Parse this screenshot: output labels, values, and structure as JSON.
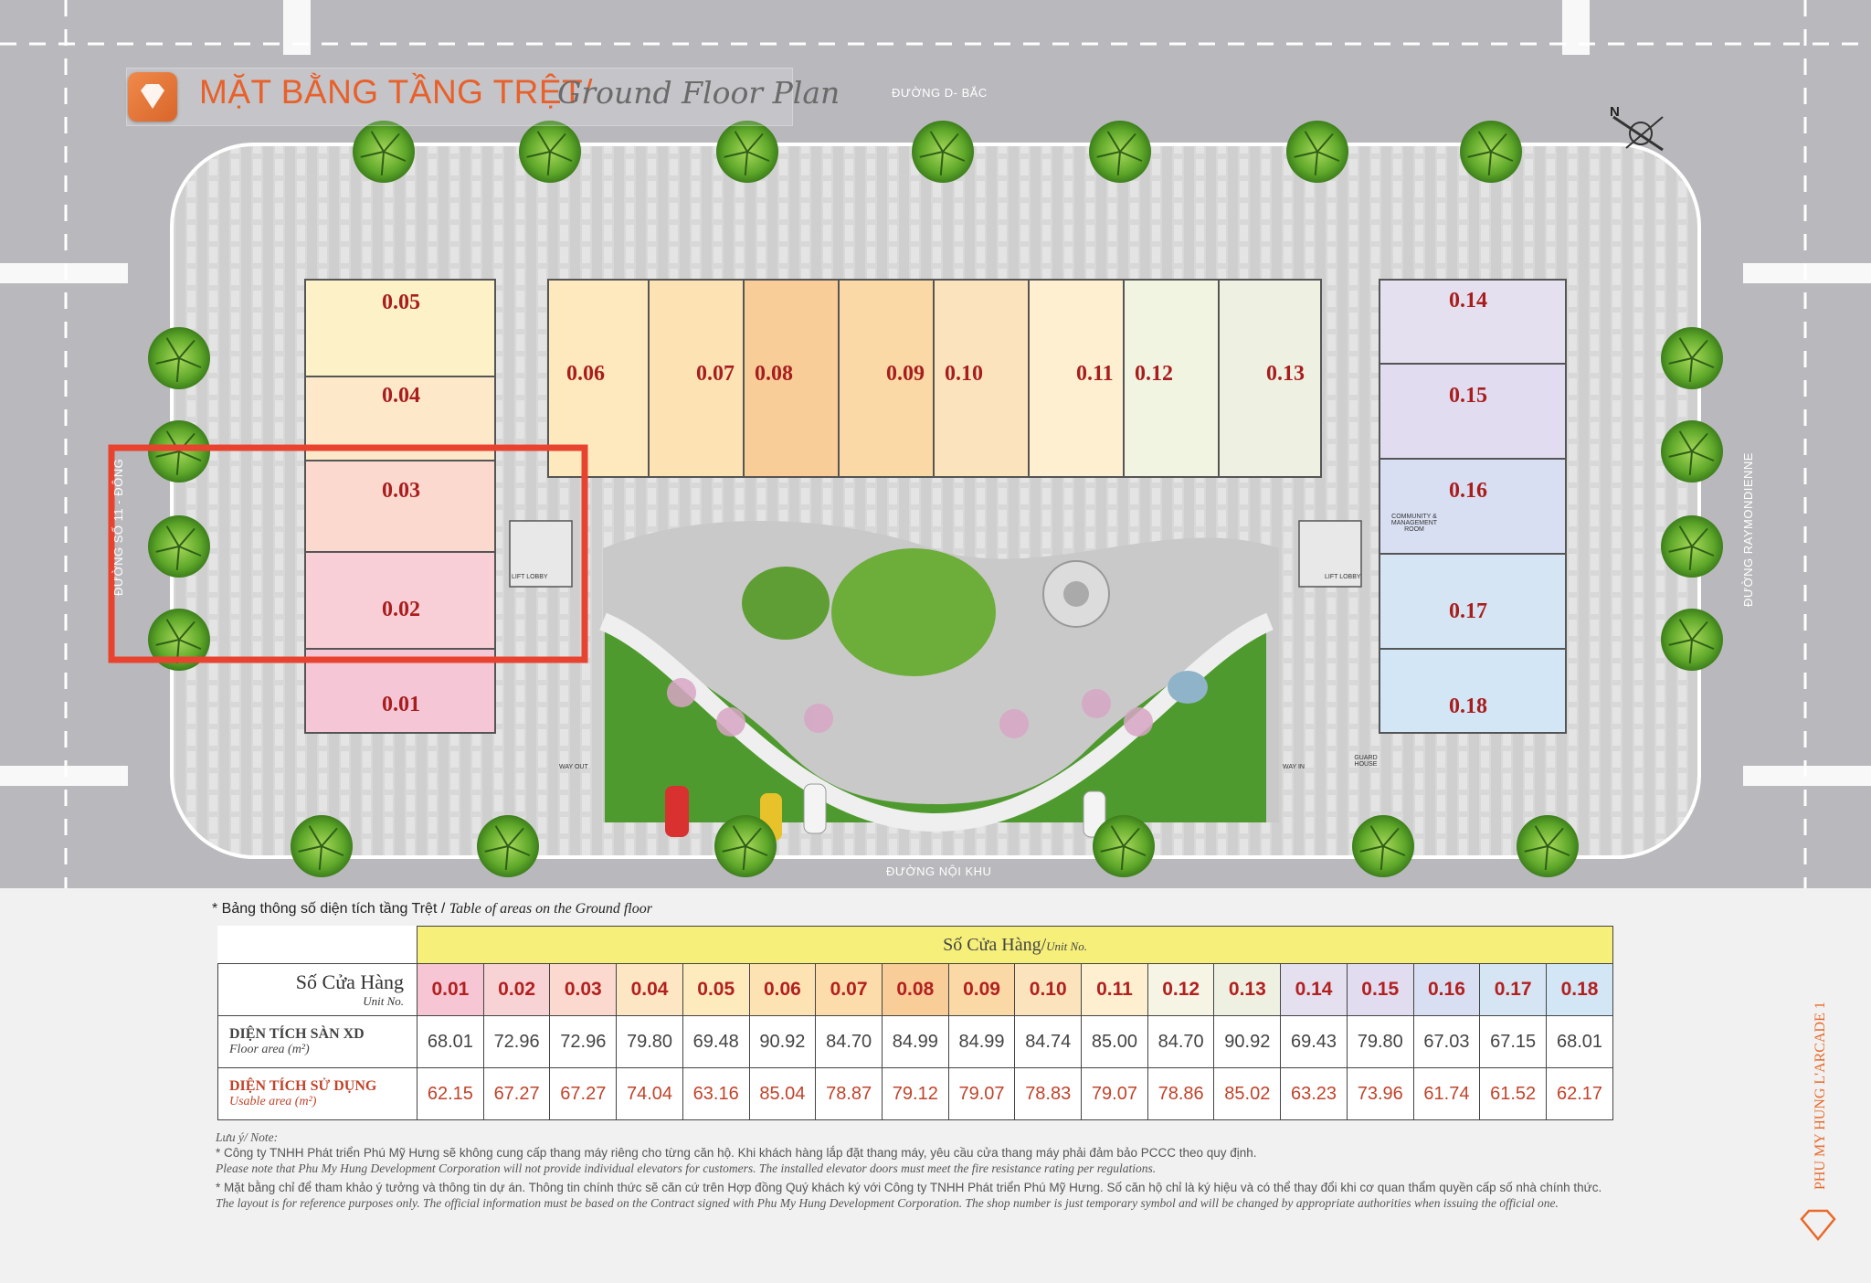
{
  "header": {
    "title_vn": "MẶT BẰNG TẦNG TRỆT/",
    "title_en": "Ground Floor Plan",
    "logo_icon": "diamond-icon"
  },
  "map": {
    "streets": {
      "north": "ĐƯỜNG D- BẮC",
      "south": "ĐƯỜNG NỘI KHU",
      "west": "ĐƯỜNG SỐ 11 - ĐÔNG",
      "east": "ĐƯỜNG RAYMONDIENNE"
    },
    "compass": "N",
    "facility_labels": {
      "lift_lobby_left": "LIFT LOBBY",
      "lift_lobby_right": "LIFT LOBBY",
      "community_room": "COMMUNITY & MANAGEMENT ROOM",
      "way_out": "WAY OUT",
      "way_in": "WAY IN",
      "guard_house": "GUARD HOUSE"
    },
    "units_left": [
      "0.05",
      "0.04",
      "0.03",
      "0.02",
      "0.01"
    ],
    "units_top": [
      "0.06",
      "0.07",
      "0.08",
      "0.09",
      "0.10",
      "0.11",
      "0.12",
      "0.13"
    ],
    "units_right": [
      "0.14",
      "0.15",
      "0.16",
      "0.17",
      "0.18"
    ],
    "highlight_color": "#e8432f"
  },
  "table": {
    "caption_vn": "* Bảng thông số diện tích tầng Trệt /",
    "caption_en": "Table of areas on the Ground floor",
    "group_header_vn": "Số Cửa Hàng/",
    "group_header_en": "Unit No.",
    "unit_header_vn": "Số Cửa Hàng",
    "unit_header_en": "Unit No.",
    "units": [
      "0.01",
      "0.02",
      "0.03",
      "0.04",
      "0.05",
      "0.06",
      "0.07",
      "0.08",
      "0.09",
      "0.10",
      "0.11",
      "0.12",
      "0.13",
      "0.14",
      "0.15",
      "0.16",
      "0.17",
      "0.18"
    ],
    "unit_colors": [
      "#f6c6d4",
      "#f8d3d6",
      "#fbd9cf",
      "#fde6c4",
      "#fdebbd",
      "#fde3b4",
      "#fcdcaa",
      "#f9cd98",
      "#fbd9a6",
      "#fbe4bd",
      "#fdefd0",
      "#f6f4e4",
      "#eef1e2",
      "#e4e0ef",
      "#e1dcf0",
      "#d9dff2",
      "#d6e5f4",
      "#d2e6f5"
    ],
    "rows": [
      {
        "label_vn": "DIỆN TÍCH SÀN XD",
        "label_en": "Floor area (m²)",
        "color": "#444444",
        "values": [
          "68.01",
          "72.96",
          "72.96",
          "79.80",
          "69.48",
          "90.92",
          "84.70",
          "84.99",
          "84.99",
          "84.74",
          "85.00",
          "84.70",
          "90.92",
          "69.43",
          "79.80",
          "67.03",
          "67.15",
          "68.01"
        ]
      },
      {
        "label_vn": "DIỆN TÍCH SỬ DỤNG",
        "label_en": "Usable area (m²)",
        "color": "#c0432a",
        "values": [
          "62.15",
          "67.27",
          "67.27",
          "74.04",
          "63.16",
          "85.04",
          "78.87",
          "79.12",
          "79.07",
          "78.83",
          "79.07",
          "78.86",
          "85.02",
          "63.23",
          "73.96",
          "61.74",
          "61.52",
          "62.17"
        ]
      }
    ]
  },
  "notes": {
    "heading": "Lưu ý/ Note:",
    "line1_vn": "* Công ty TNHH Phát triển Phú Mỹ Hưng sẽ không cung cấp thang máy riêng cho từng căn hộ. Khi khách hàng lắp đặt thang máy, yêu cầu cửa thang máy phải đảm bảo PCCC theo quy định.",
    "line1_en": "Please note that Phu My Hung Development Corporation will not provide individual elevators for customers. The installed elevator doors must meet the fire resistance rating per regulations.",
    "line2_vn": "* Mặt bằng chỉ để tham khảo ý tưởng và thông tin dự án. Thông tin chính thức sẽ căn cứ trên Hợp đồng Quý khách ký với Công ty TNHH Phát triển Phú Mỹ Hưng. Số căn hộ chỉ là ký hiệu và có thể thay đổi khi cơ quan thẩm quyền cấp số nhà chính thức.",
    "line2_en": "The layout is for reference purposes only. The official information must be based on the Contract signed with Phu My Hung Development Corporation. The shop number is just temporary symbol and will be changed by appropriate authorities when issuing the official one."
  },
  "side_brand": "PHU MY HUNG L'ARCADE 1"
}
